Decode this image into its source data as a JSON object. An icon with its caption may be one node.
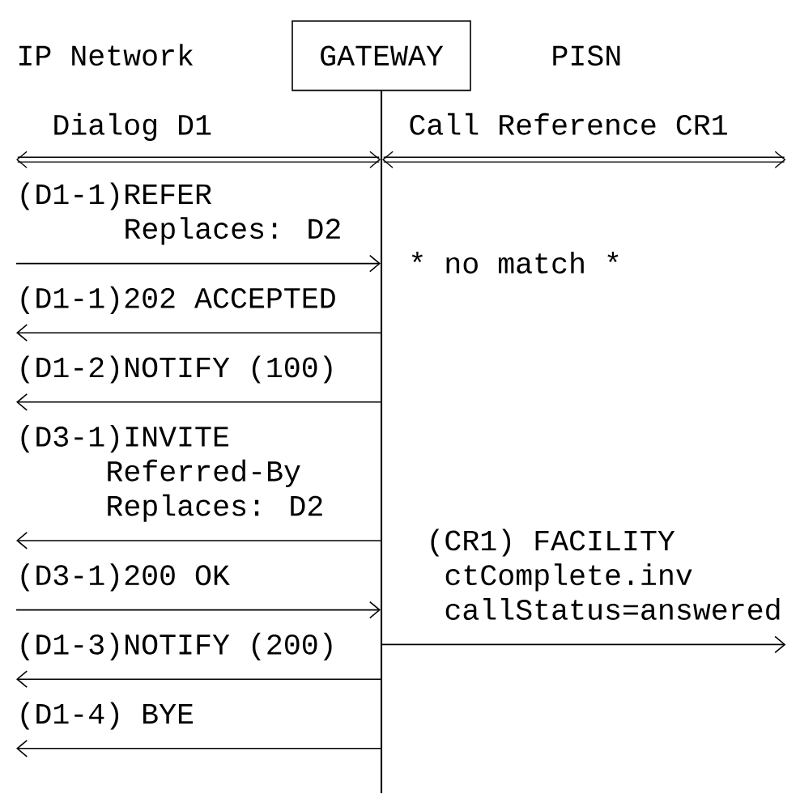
{
  "diagram": {
    "nodes": [
      {
        "text": [
          "IP Network"
        ]
      },
      {
        "text": [
          "GATEWAY"
        ]
      },
      {
        "text": [
          "PISN"
        ]
      },
      {
        "text": [],
        "shape": "bar"
      }
    ],
    "edges": [
      {
        "from": null,
        "to": 3,
        "arrow": "both",
        "style": "thick",
        "label": "Dialog D1"
      },
      {
        "from": 3,
        "to": null,
        "arrow": "both",
        "style": "thick",
        "label": "Call Reference CR1"
      },
      {
        "from": null,
        "to": 3,
        "arrow": "to",
        "label": "(D1-1)REFER Replaces: D2"
      },
      {
        "from": 3,
        "to": null,
        "arrow": "to",
        "label": "(D1-1)202 ACCEPTED"
      },
      {
        "from": 3,
        "to": null,
        "arrow": "to",
        "label": "(D1-2)NOTIFY (100)"
      },
      {
        "from": 3,
        "to": null,
        "arrow": "to",
        "label": "(D3-1)INVITE Referred-By Replaces: D2"
      },
      {
        "from": null,
        "to": 3,
        "arrow": "to",
        "label": "(D3-1)200 OK"
      },
      {
        "from": 3,
        "to": null,
        "arrow": "to",
        "label": "(CR1) FACILITY ctComplete.inv callStatus=answered"
      },
      {
        "from": 3,
        "to": null,
        "arrow": "to",
        "label": "(D1-3)NOTIFY (200)"
      },
      {
        "from": 3,
        "to": null,
        "arrow": "to",
        "label": "(D1-4) BYE"
      }
    ],
    "labels": [
      "* no match *"
    ]
  }
}
